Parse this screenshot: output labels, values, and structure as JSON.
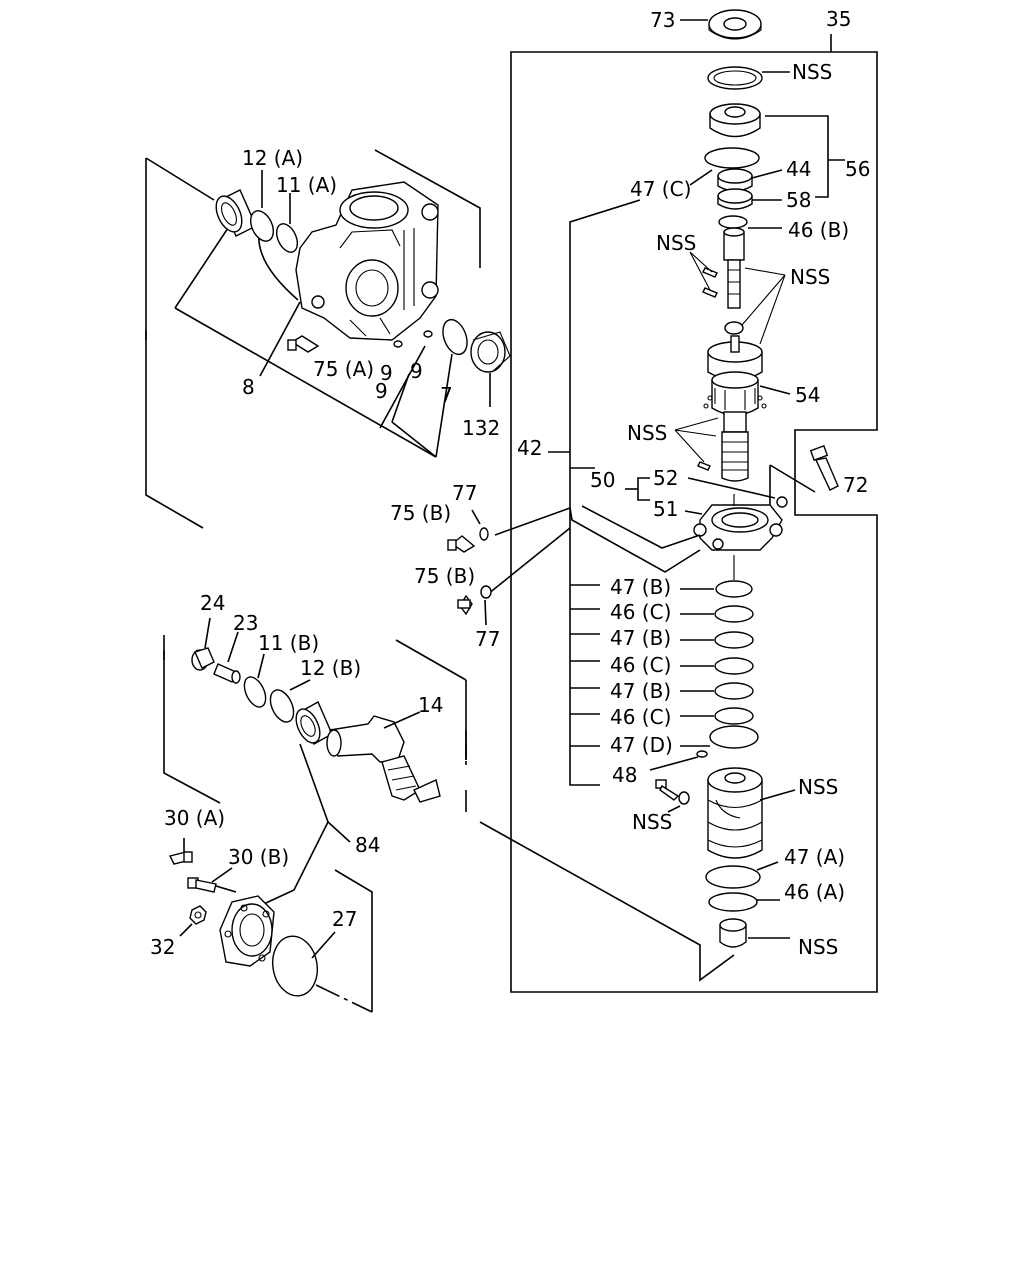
{
  "diagram": {
    "labels": {
      "l73": "73",
      "l35": "35",
      "lnss_top": "NSS",
      "l44": "44",
      "l56": "56",
      "l58": "58",
      "l47c": "47 (C)",
      "l46b": "46 (B)",
      "lnss_a": "NSS",
      "lnss_b": "NSS",
      "l54": "54",
      "lnss_c": "NSS",
      "l42": "42",
      "l72": "72",
      "l50": "50",
      "l52": "52",
      "l51": "51",
      "l47b_1": "47 (B)",
      "l46c_1": "46 (C)",
      "l47b_2": "47 (B)",
      "l46c_2": "46 (C)",
      "l47b_3": "47 (B)",
      "l46c_3": "46 (C)",
      "l47d": "47 (D)",
      "l48": "48",
      "lnss_d": "NSS",
      "lnss_e": "NSS",
      "l47a": "47 (A)",
      "l46a": "46 (A)",
      "lnss_f": "NSS",
      "l12a": "12 (A)",
      "l11a": "11 (A)",
      "l8": "8",
      "l75a": "75 (A)",
      "l9_1": "9",
      "l9_2": "9",
      "l9_3": "9",
      "l7": "7",
      "l132": "132",
      "l77_1": "77",
      "l75b_1": "75 (B)",
      "l75b_2": "75 (B)",
      "l77_2": "77",
      "l24": "24",
      "l23": "23",
      "l11b": "11 (B)",
      "l12b": "12 (B)",
      "l14": "14",
      "l30a": "30 (A)",
      "l30b": "30 (B)",
      "l84": "84",
      "l32": "32",
      "l27": "27"
    }
  }
}
